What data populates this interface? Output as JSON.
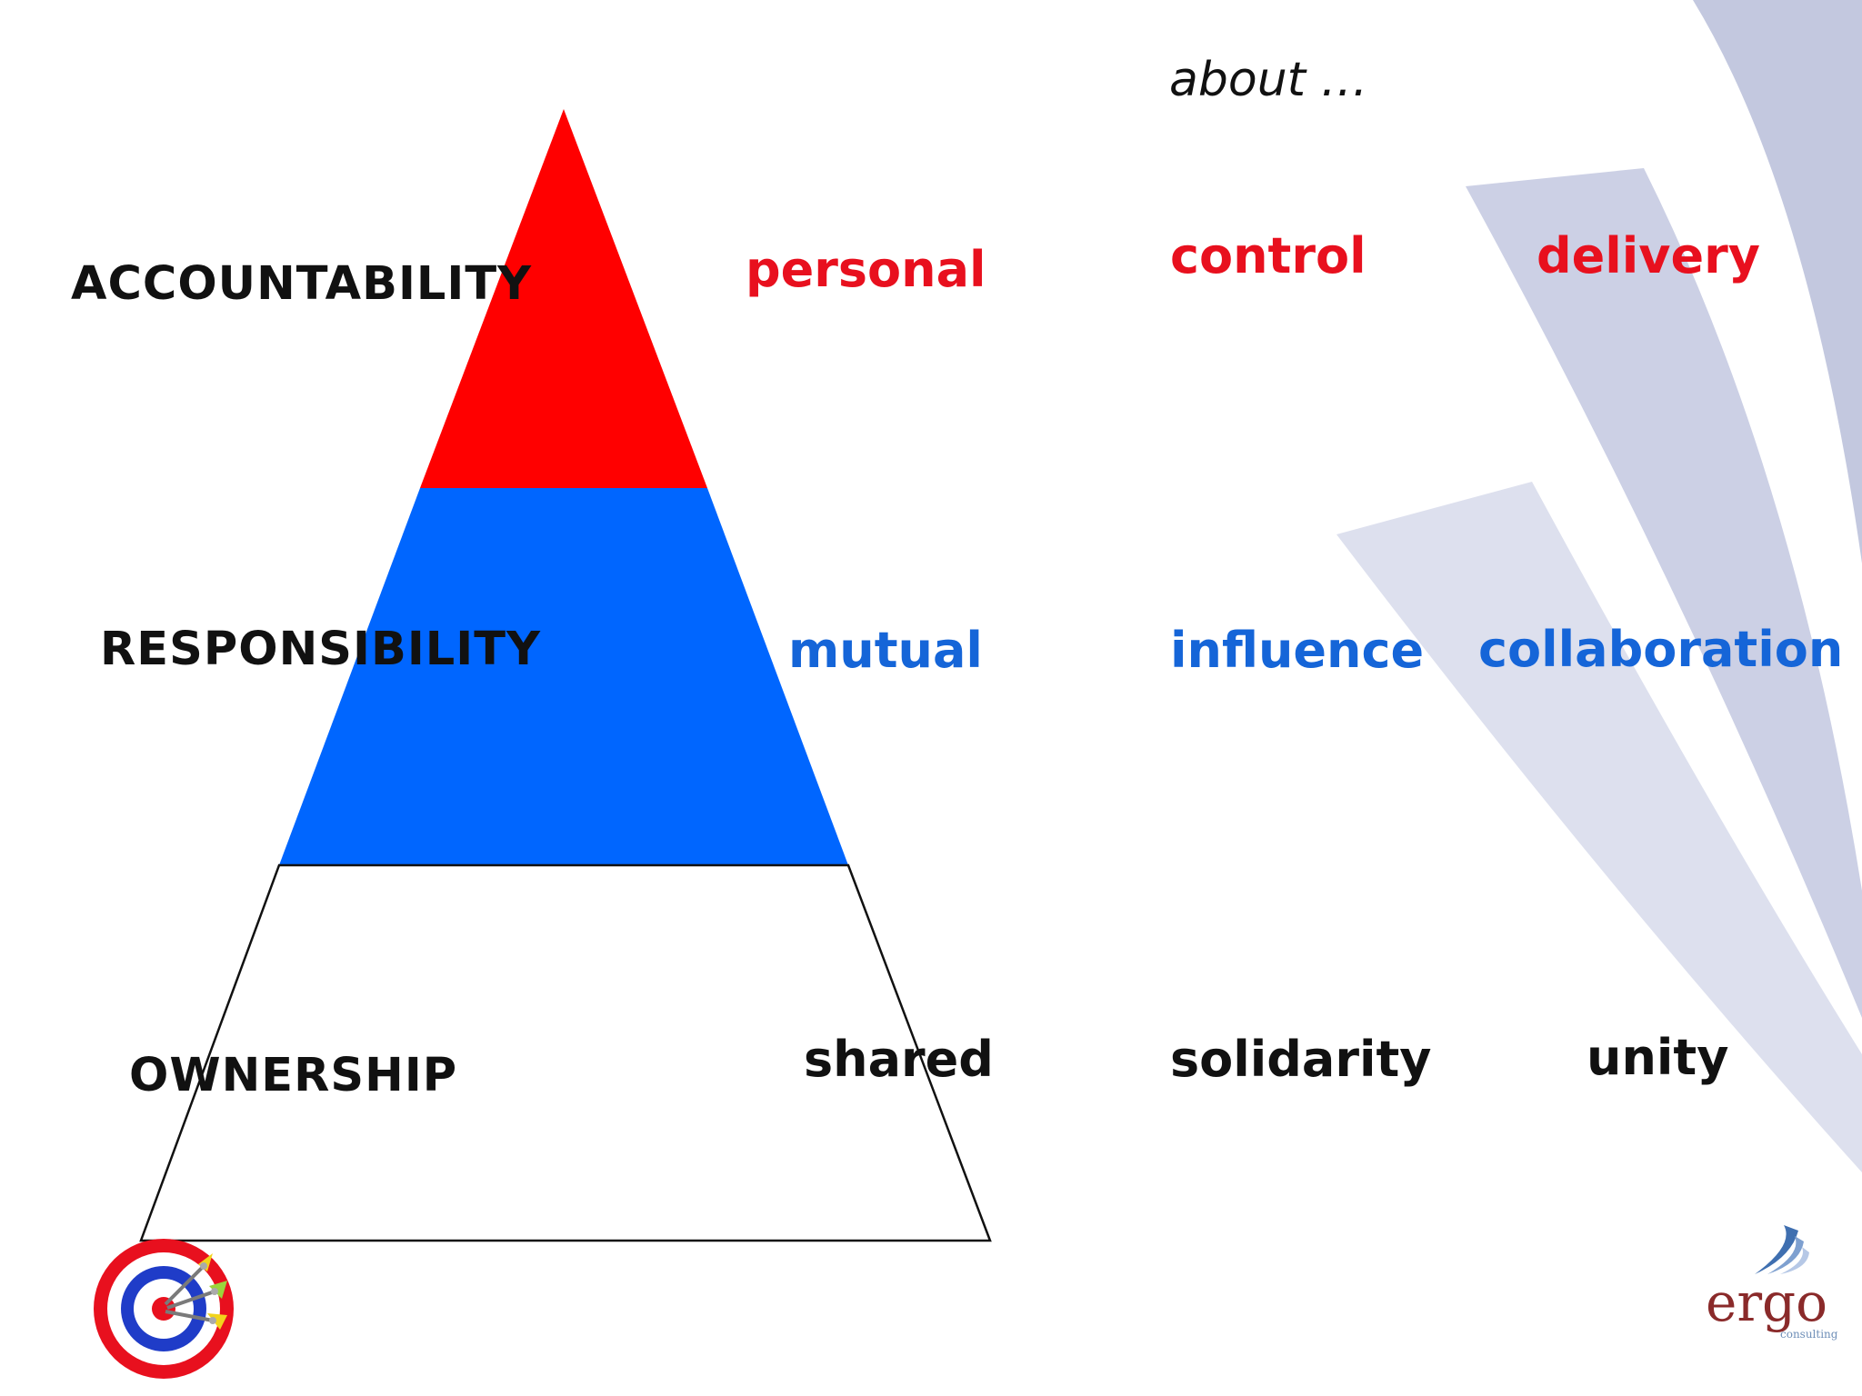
{
  "colors": {
    "accent_red": "#ff0000",
    "accent_blue": "#0066ff",
    "arc_gray": "#c9cde2"
  },
  "header": {
    "about": "about …"
  },
  "pyramid": {
    "levels": [
      {
        "name": "ACCOUNTABILITY",
        "fill": "#ff0000"
      },
      {
        "name": "RESPONSIBILITY",
        "fill": "#0066ff"
      },
      {
        "name": "OWNERSHIP",
        "fill": "#ffffff"
      }
    ]
  },
  "rows": [
    {
      "nature": "personal",
      "about": "control",
      "focus": "delivery"
    },
    {
      "nature": "mutual",
      "about": "influence",
      "focus": "collaboration"
    },
    {
      "nature": "shared",
      "about": "solidarity",
      "focus": "unity"
    }
  ],
  "logo": {
    "name": "ergo",
    "tagline": "consulting",
    "icon": "swoosh-icon"
  },
  "target_icon": "dartboard-icon"
}
